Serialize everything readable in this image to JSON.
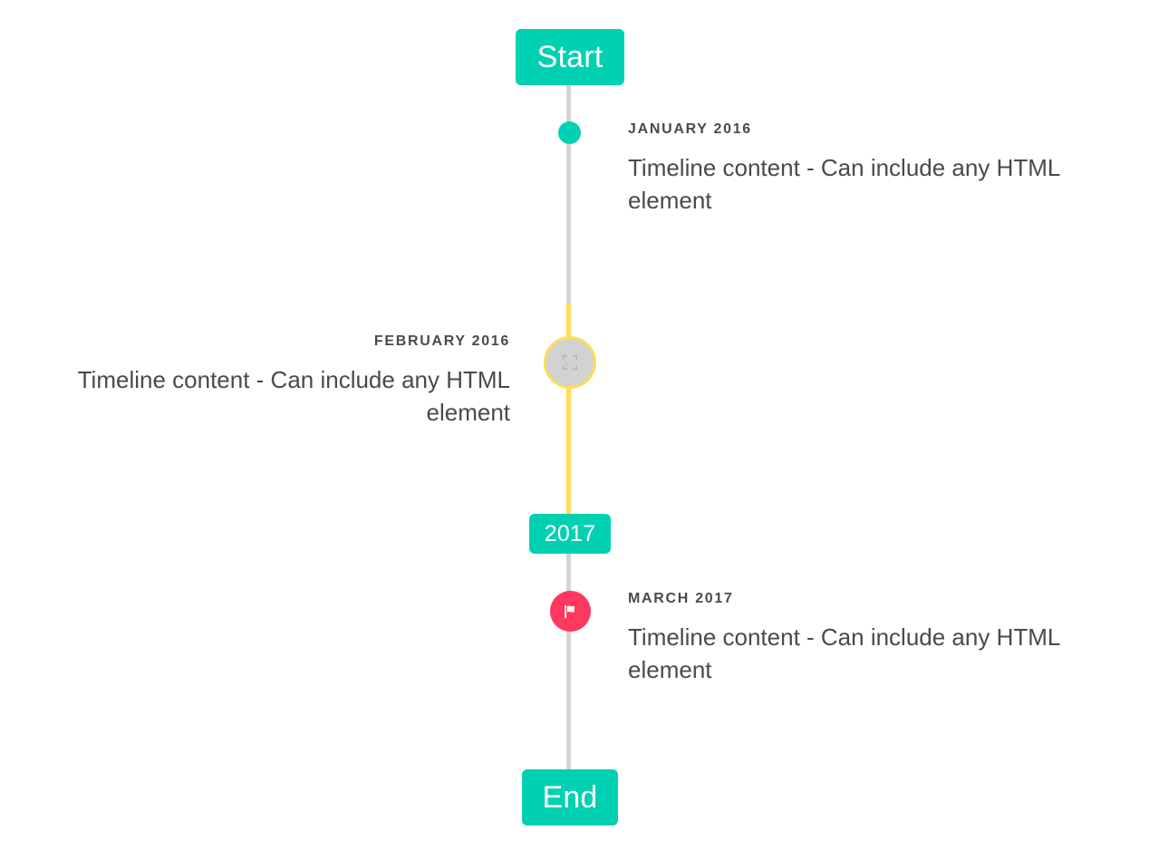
{
  "timeline": {
    "header_badge": {
      "label": "Start"
    },
    "mid_badge": {
      "label": "2017"
    },
    "footer_badge": {
      "label": "End"
    },
    "colors": {
      "accent_teal": "#00D1B2",
      "accent_yellow": "#FFDD57",
      "accent_pink": "#FF3860",
      "rail_gray": "#D4D4D4",
      "marker_gray": "#D2D2D2",
      "text_gray": "#4A4A4A",
      "background": "#FFFFFF"
    },
    "entries": [
      {
        "date": "JANUARY 2016",
        "body": "Timeline content - Can include any HTML element",
        "side": "right",
        "marker": "dot-icon",
        "marker_color": "#00D1B2"
      },
      {
        "date": "FEBRUARY 2016",
        "body": "Timeline content - Can include any HTML element",
        "side": "left",
        "marker": "broken-image-icon",
        "marker_color": "#D2D2D2",
        "marker_ring_color": "#FFDD57"
      },
      {
        "date": "MARCH 2017",
        "body": "Timeline content - Can include any HTML element",
        "side": "right",
        "marker": "flag-icon",
        "marker_color": "#FF3860"
      }
    ]
  }
}
